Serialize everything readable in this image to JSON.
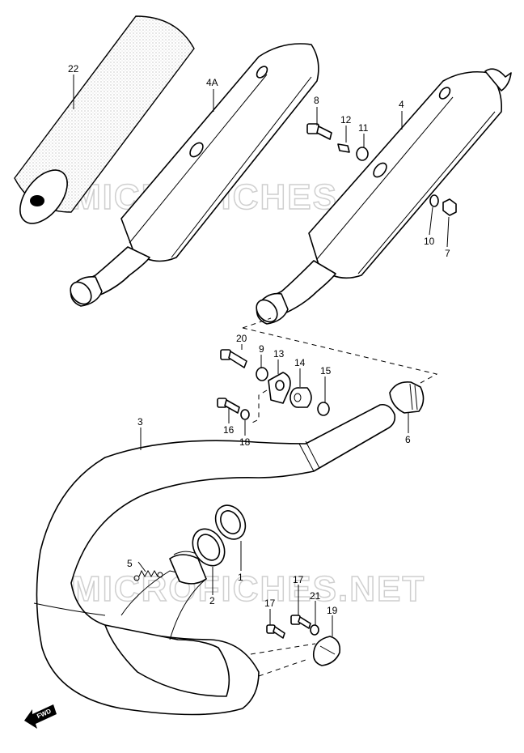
{
  "watermark": "MICROFICHES.NET",
  "fwd_label": "FWD",
  "callouts": {
    "c22": "22",
    "c4a": "4A",
    "c8": "8",
    "c12": "12",
    "c11": "11",
    "c4": "4",
    "c10": "10",
    "c7": "7",
    "c20": "20",
    "c9": "9",
    "c13": "13",
    "c14": "14",
    "c15": "15",
    "c16": "16",
    "c18": "18",
    "c6": "6",
    "c3": "3",
    "c5": "5",
    "c2": "2",
    "c1": "1",
    "c17a": "17",
    "c17b": "17",
    "c21": "21",
    "c19": "19"
  }
}
